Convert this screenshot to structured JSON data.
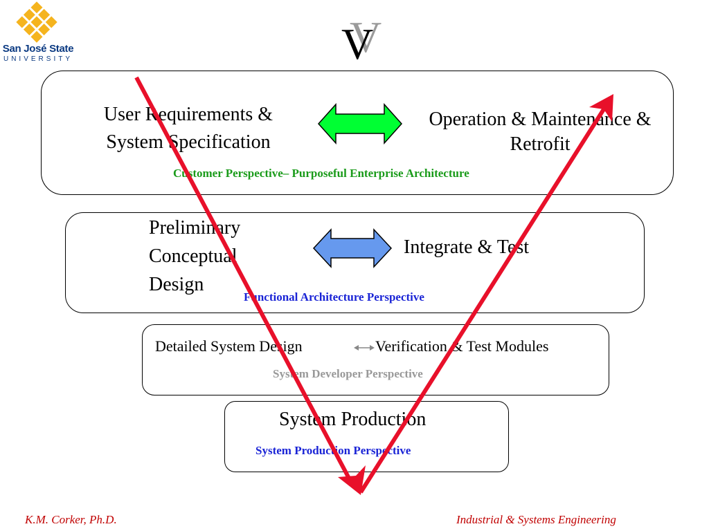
{
  "logo": {
    "line1": "San José State",
    "line2": "UNIVERSITY"
  },
  "title": {
    "front": "V",
    "shadow": "V"
  },
  "levels": [
    {
      "left": "User Requirements &\nSystem Specification",
      "right": "Operation & Maintenance &\nRetrofit",
      "perspective": "Customer Perspective– Purposeful Enterprise Architecture"
    },
    {
      "left": "Preliminary\nConceptual\nDesign",
      "right": "Integrate & Test",
      "perspective": "Functional Architecture Perspective"
    },
    {
      "left": "Detailed System Design",
      "right": "Verification & Test Modules",
      "perspective": "System Developer  Perspective"
    },
    {
      "center": "System Production",
      "perspective": "System Production  Perspective"
    }
  ],
  "colors": {
    "arrow_v": "#e8102a",
    "green_arrow": "#00ff33",
    "blue_arrow": "#6699ee",
    "customer_text": "#1a9b1a",
    "functional_text": "#1a24d6",
    "developer_text": "#999999",
    "production_text": "#1a24d6",
    "footer_text": "#c00000",
    "logo_gold": "#f5b41e",
    "logo_blue": "#0b3a82"
  },
  "footer": {
    "left": "K.M. Corker, Ph.D.",
    "right": "Industrial & Systems Engineering"
  }
}
